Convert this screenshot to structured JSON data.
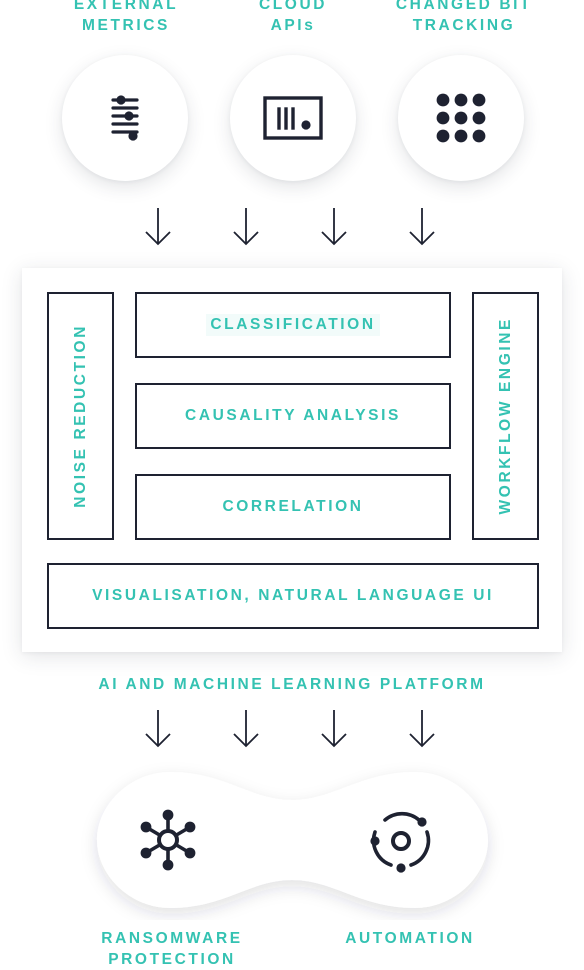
{
  "sources": [
    {
      "line1": "EXTERNAL",
      "line2": "METRICS",
      "icon": "sliders-icon"
    },
    {
      "line1": "CLOUD",
      "line2": "APIs",
      "icon": "api-panel-icon"
    },
    {
      "line1": "CHANGED BIT",
      "line2": "TRACKING",
      "icon": "dot-grid-icon"
    }
  ],
  "platform": {
    "noise_reduction": "NOISE REDUCTION",
    "classification": "CLASSIFICATION",
    "causality": "CAUSALITY ANALYSIS",
    "correlation": "CORRELATION",
    "workflow": "WORKFLOW ENGINE",
    "visualisation": "VISUALISATION, NATURAL LANGUAGE UI",
    "caption": "AI AND MACHINE LEARNING PLATFORM"
  },
  "outputs": [
    {
      "line1": "RANSOMWARE",
      "line2": "PROTECTION",
      "icon": "network-hub-icon"
    },
    {
      "line1": "AUTOMATION",
      "line2": "",
      "icon": "orbit-cycle-icon"
    }
  ],
  "colors": {
    "accent": "#34c2b2",
    "ink": "#1e2231"
  }
}
